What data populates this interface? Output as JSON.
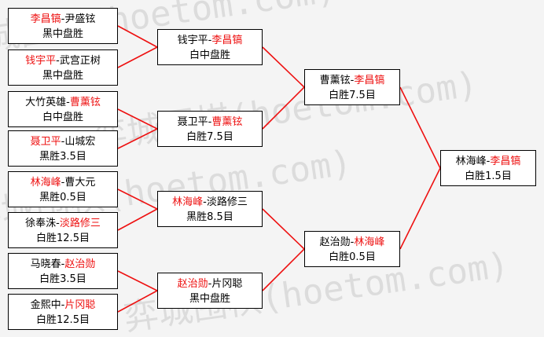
{
  "colors": {
    "winner": "#ee1111",
    "line": "#ee1111",
    "border": "#000000",
    "watermark": "#dcdcdc"
  },
  "watermark_text": "弈城围棋(hoetom.com)",
  "matches": [
    {
      "id": "r1m1",
      "p1": "李昌镐",
      "p2": "尹盛铉",
      "winner": "p1",
      "result": "黑中盘胜"
    },
    {
      "id": "r1m2",
      "p1": "钱宇平",
      "p2": "武宫正树",
      "winner": "p1",
      "result": "黑中盘胜"
    },
    {
      "id": "r1m3",
      "p1": "大竹英雄",
      "p2": "曹薰铉",
      "winner": "p2",
      "result": "白中盘胜"
    },
    {
      "id": "r1m4",
      "p1": "聂卫平",
      "p2": "山城宏",
      "winner": "p1",
      "result": "黑胜3.5目"
    },
    {
      "id": "r1m5",
      "p1": "林海峰",
      "p2": "曹大元",
      "winner": "p1",
      "result": "黑胜0.5目"
    },
    {
      "id": "r1m6",
      "p1": "徐奉洙",
      "p2": "淡路修三",
      "winner": "p2",
      "result": "白胜12.5目"
    },
    {
      "id": "r1m7",
      "p1": "马晓春",
      "p2": "赵治勋",
      "winner": "p2",
      "result": "白胜3.5目"
    },
    {
      "id": "r1m8",
      "p1": "金熙中",
      "p2": "片冈聪",
      "winner": "p2",
      "result": "白胜12.5目"
    },
    {
      "id": "r2m1",
      "p1": "钱宇平",
      "p2": "李昌镐",
      "winner": "p2",
      "result": "白中盘胜"
    },
    {
      "id": "r2m2",
      "p1": "聂卫平",
      "p2": "曹薰铉",
      "winner": "p2",
      "result": "白胜7.5目"
    },
    {
      "id": "r2m3",
      "p1": "林海峰",
      "p2": "淡路修三",
      "winner": "p1",
      "result": "黑胜8.5目"
    },
    {
      "id": "r2m4",
      "p1": "赵治勋",
      "p2": "片冈聪",
      "winner": "p1",
      "result": "黑中盘胜"
    },
    {
      "id": "r3m1",
      "p1": "曹薰铉",
      "p2": "李昌镐",
      "winner": "p2",
      "result": "白胜7.5目"
    },
    {
      "id": "r3m2",
      "p1": "赵治勋",
      "p2": "林海峰",
      "winner": "p2",
      "result": "白胜0.5目"
    },
    {
      "id": "final",
      "p1": "林海峰",
      "p2": "李昌镐",
      "winner": "p2",
      "result": "白胜1.5目"
    }
  ]
}
